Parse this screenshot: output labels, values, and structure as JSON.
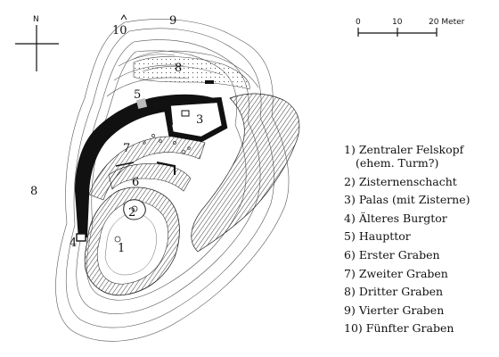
{
  "north": {
    "label": "N"
  },
  "scale_bar": {
    "ticks": [
      "0",
      "10",
      "20 Meter"
    ]
  },
  "map_labels": {
    "n1": "1",
    "n2": "2",
    "n3": "3",
    "n4": "4",
    "n5": "5",
    "n6": "6",
    "n7": "7",
    "n8_top": "8",
    "n8_left": "8",
    "n9": "9",
    "n10": "10"
  },
  "legend": [
    {
      "number": "1)",
      "text": "Zentraler Felskopf",
      "text2": "(ehem. Turm?)"
    },
    {
      "number": "2)",
      "text": "Zisternenschacht"
    },
    {
      "number": "3)",
      "text": "Palas (mit Zisterne)"
    },
    {
      "number": "4)",
      "text": "Älteres Burgtor"
    },
    {
      "number": "5)",
      "text": "Haupttor"
    },
    {
      "number": "6)",
      "text": "Erster Graben"
    },
    {
      "number": "7)",
      "text": "Zweiter Graben"
    },
    {
      "number": "8)",
      "text": "Dritter Graben"
    },
    {
      "number": "9)",
      "text": "Vierter Graben"
    },
    {
      "number": "10)",
      "text": "Fünfter Graben"
    }
  ]
}
